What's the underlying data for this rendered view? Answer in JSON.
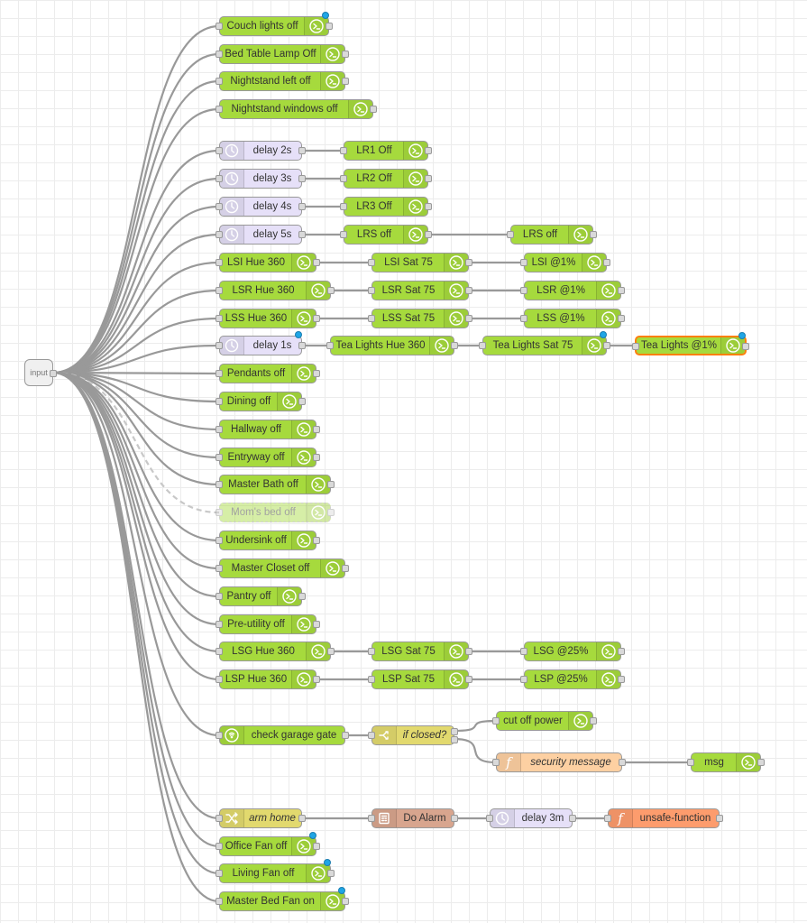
{
  "colors": {
    "ha": "#a6da3d",
    "delay": "#e6e0f8",
    "fn": "#fdd0a2",
    "switch": "#e2d96e",
    "alarm": "#d8a58e",
    "unsafe": "#fd9c6d",
    "inject": "#f0f0f0",
    "wire": "#999999",
    "selected": "#ff7f0e",
    "status": "#1fa6e6"
  },
  "nodes": [
    {
      "id": "input",
      "label": "input",
      "type": "inject",
      "icon": "none"
    },
    {
      "id": "couch",
      "label": "Couch lights off",
      "type": "ha",
      "icon": "ha-service-icon",
      "status": true
    },
    {
      "id": "bedtable",
      "label": "Bed Table Lamp Off",
      "type": "ha",
      "icon": "ha-service-icon"
    },
    {
      "id": "nightleft",
      "label": "Nightstand left off",
      "type": "ha",
      "icon": "ha-service-icon"
    },
    {
      "id": "nightwin",
      "label": "Nightstand windows off",
      "type": "ha",
      "icon": "ha-service-icon"
    },
    {
      "id": "delay2",
      "label": "delay 2s",
      "type": "delay",
      "icon": "timer-icon"
    },
    {
      "id": "lr1",
      "label": "LR1 Off",
      "type": "ha",
      "icon": "ha-service-icon"
    },
    {
      "id": "delay3",
      "label": "delay 3s",
      "type": "delay",
      "icon": "timer-icon"
    },
    {
      "id": "lr2",
      "label": "LR2 Off",
      "type": "ha",
      "icon": "ha-service-icon"
    },
    {
      "id": "delay4",
      "label": "delay 4s",
      "type": "delay",
      "icon": "timer-icon"
    },
    {
      "id": "lr3",
      "label": "LR3 Off",
      "type": "ha",
      "icon": "ha-service-icon"
    },
    {
      "id": "delay5",
      "label": "delay 5s",
      "type": "delay",
      "icon": "timer-icon"
    },
    {
      "id": "lrs1",
      "label": "LRS off",
      "type": "ha",
      "icon": "ha-service-icon"
    },
    {
      "id": "lrs2",
      "label": "LRS off",
      "type": "ha",
      "icon": "ha-service-icon"
    },
    {
      "id": "lsih",
      "label": "LSI Hue 360",
      "type": "ha",
      "icon": "ha-service-icon"
    },
    {
      "id": "lsis",
      "label": "LSI Sat 75",
      "type": "ha",
      "icon": "ha-service-icon"
    },
    {
      "id": "lsi1",
      "label": "LSI @1%",
      "type": "ha",
      "icon": "ha-service-icon"
    },
    {
      "id": "lsrh",
      "label": "LSR Hue 360",
      "type": "ha",
      "icon": "ha-service-icon"
    },
    {
      "id": "lsrs",
      "label": "LSR Sat 75",
      "type": "ha",
      "icon": "ha-service-icon"
    },
    {
      "id": "lsr1",
      "label": "LSR @1%",
      "type": "ha",
      "icon": "ha-service-icon"
    },
    {
      "id": "lssh",
      "label": "LSS Hue 360",
      "type": "ha",
      "icon": "ha-service-icon"
    },
    {
      "id": "lsss",
      "label": "LSS Sat 75",
      "type": "ha",
      "icon": "ha-service-icon"
    },
    {
      "id": "lss1",
      "label": "LSS @1%",
      "type": "ha",
      "icon": "ha-service-icon"
    },
    {
      "id": "delay1",
      "label": "delay 1s",
      "type": "delay",
      "icon": "timer-icon",
      "status": true
    },
    {
      "id": "teah",
      "label": "Tea Lights Hue 360",
      "type": "ha",
      "icon": "ha-service-icon"
    },
    {
      "id": "teas",
      "label": "Tea Lights Sat 75",
      "type": "ha",
      "icon": "ha-service-icon",
      "status": true
    },
    {
      "id": "tea1",
      "label": "Tea Lights @1%",
      "type": "ha",
      "icon": "ha-service-icon",
      "status": true,
      "selected": true
    },
    {
      "id": "pendants",
      "label": "Pendants off",
      "type": "ha",
      "icon": "ha-service-icon"
    },
    {
      "id": "dining",
      "label": "Dining off",
      "type": "ha",
      "icon": "ha-service-icon"
    },
    {
      "id": "hallway",
      "label": "Hallway off",
      "type": "ha",
      "icon": "ha-service-icon"
    },
    {
      "id": "entryway",
      "label": "Entryway off",
      "type": "ha",
      "icon": "ha-service-icon"
    },
    {
      "id": "masterbath",
      "label": "Master Bath off",
      "type": "ha",
      "icon": "ha-service-icon"
    },
    {
      "id": "moms",
      "label": "Mom's bed off",
      "type": "ha",
      "icon": "ha-service-icon",
      "disabled": true
    },
    {
      "id": "undersink",
      "label": "Undersink off",
      "type": "ha",
      "icon": "ha-service-icon"
    },
    {
      "id": "mastercloset",
      "label": "Master Closet off",
      "type": "ha",
      "icon": "ha-service-icon"
    },
    {
      "id": "pantry",
      "label": "Pantry off",
      "type": "ha",
      "icon": "ha-service-icon"
    },
    {
      "id": "preutil",
      "label": "Pre-utility off",
      "type": "ha",
      "icon": "ha-service-icon"
    },
    {
      "id": "lsgh",
      "label": "LSG Hue 360",
      "type": "ha",
      "icon": "ha-service-icon"
    },
    {
      "id": "lsgs",
      "label": "LSG Sat 75",
      "type": "ha",
      "icon": "ha-service-icon"
    },
    {
      "id": "lsg25",
      "label": "LSG @25%",
      "type": "ha",
      "icon": "ha-service-icon"
    },
    {
      "id": "lsph",
      "label": "LSP Hue 360",
      "type": "ha",
      "icon": "ha-service-icon"
    },
    {
      "id": "lsps",
      "label": "LSP Sat 75",
      "type": "ha",
      "icon": "ha-service-icon"
    },
    {
      "id": "lsp25",
      "label": "LSP @25%",
      "type": "ha",
      "icon": "ha-service-icon"
    },
    {
      "id": "garage",
      "label": "check garage gate",
      "type": "ha",
      "icon": "ha-state-icon"
    },
    {
      "id": "ifclosed",
      "label": "if closed?",
      "type": "switch",
      "icon": "switch-icon",
      "italic": true
    },
    {
      "id": "cutoff",
      "label": "cut off power",
      "type": "ha",
      "icon": "ha-service-icon"
    },
    {
      "id": "secmsg",
      "label": "security message",
      "type": "fn",
      "icon": "function-icon",
      "italic": true
    },
    {
      "id": "msg",
      "label": "msg",
      "type": "ha",
      "icon": "ha-service-icon"
    },
    {
      "id": "armhome",
      "label": "arm home",
      "type": "switch",
      "icon": "shuffle-icon",
      "italic": true
    },
    {
      "id": "doalarm",
      "label": "Do Alarm",
      "type": "alarm",
      "icon": "alarm-panel-icon"
    },
    {
      "id": "delay3m",
      "label": "delay 3m",
      "type": "delay",
      "icon": "timer-icon"
    },
    {
      "id": "unsafe",
      "label": "unsafe-function",
      "type": "unsafe",
      "icon": "function-icon"
    },
    {
      "id": "officefan",
      "label": "Office Fan off",
      "type": "ha",
      "icon": "ha-service-icon",
      "status": true
    },
    {
      "id": "livingfan",
      "label": "Living Fan off",
      "type": "ha",
      "icon": "ha-service-icon",
      "status": true
    },
    {
      "id": "masterfan",
      "label": "Master Bed Fan on",
      "type": "ha",
      "icon": "ha-service-icon",
      "status": true
    }
  ],
  "links": [
    [
      "input",
      "couch"
    ],
    [
      "input",
      "bedtable"
    ],
    [
      "input",
      "nightleft"
    ],
    [
      "input",
      "nightwin"
    ],
    [
      "input",
      "delay2"
    ],
    [
      "input",
      "delay3"
    ],
    [
      "input",
      "delay4"
    ],
    [
      "input",
      "delay5"
    ],
    [
      "input",
      "lsih"
    ],
    [
      "input",
      "lsrh"
    ],
    [
      "input",
      "lssh"
    ],
    [
      "input",
      "delay1"
    ],
    [
      "input",
      "pendants"
    ],
    [
      "input",
      "dining"
    ],
    [
      "input",
      "hallway"
    ],
    [
      "input",
      "entryway"
    ],
    [
      "input",
      "masterbath"
    ],
    [
      "input",
      "moms",
      "dashed"
    ],
    [
      "input",
      "undersink"
    ],
    [
      "input",
      "mastercloset"
    ],
    [
      "input",
      "pantry"
    ],
    [
      "input",
      "preutil"
    ],
    [
      "input",
      "lsgh"
    ],
    [
      "input",
      "lsph"
    ],
    [
      "input",
      "garage"
    ],
    [
      "input",
      "armhome"
    ],
    [
      "input",
      "officefan"
    ],
    [
      "input",
      "livingfan"
    ],
    [
      "input",
      "masterfan"
    ],
    [
      "delay2",
      "lr1"
    ],
    [
      "delay3",
      "lr2"
    ],
    [
      "delay4",
      "lr3"
    ],
    [
      "delay5",
      "lrs1"
    ],
    [
      "lrs1",
      "lrs2"
    ],
    [
      "lsih",
      "lsis"
    ],
    [
      "lsis",
      "lsi1"
    ],
    [
      "lsrh",
      "lsrs"
    ],
    [
      "lsrs",
      "lsr1"
    ],
    [
      "lssh",
      "lsss"
    ],
    [
      "lsss",
      "lss1"
    ],
    [
      "delay1",
      "teah"
    ],
    [
      "teah",
      "teas"
    ],
    [
      "teas",
      "tea1"
    ],
    [
      "lsgh",
      "lsgs"
    ],
    [
      "lsgs",
      "lsg25"
    ],
    [
      "lsph",
      "lsps"
    ],
    [
      "lsps",
      "lsp25"
    ],
    [
      "garage",
      "ifclosed"
    ],
    [
      "ifclosed",
      "cutoff",
      0
    ],
    [
      "ifclosed",
      "secmsg",
      1
    ],
    [
      "secmsg",
      "msg"
    ],
    [
      "armhome",
      "doalarm"
    ],
    [
      "doalarm",
      "delay3m"
    ],
    [
      "delay3m",
      "unsafe"
    ]
  ]
}
